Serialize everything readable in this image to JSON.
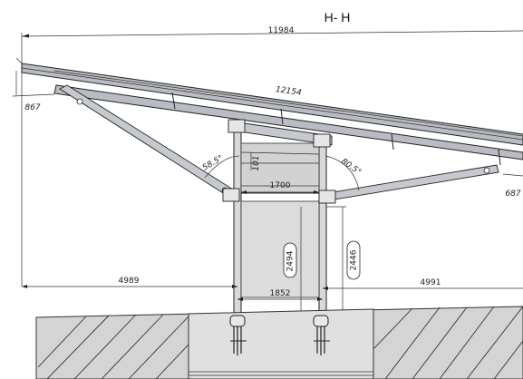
{
  "title": "H- H",
  "dimensions": {
    "overall_width": "11984",
    "roof_length": "12154",
    "left_drop": "867",
    "right_drop": "687",
    "left_angle": "58.5°",
    "right_angle": "80.5°",
    "small_height": "101",
    "frame_width_top": "1700",
    "post_height_outer": "2494",
    "post_height_inner": "2446",
    "left_span": "4989",
    "right_span": "4991",
    "frame_width_bottom": "1852"
  }
}
